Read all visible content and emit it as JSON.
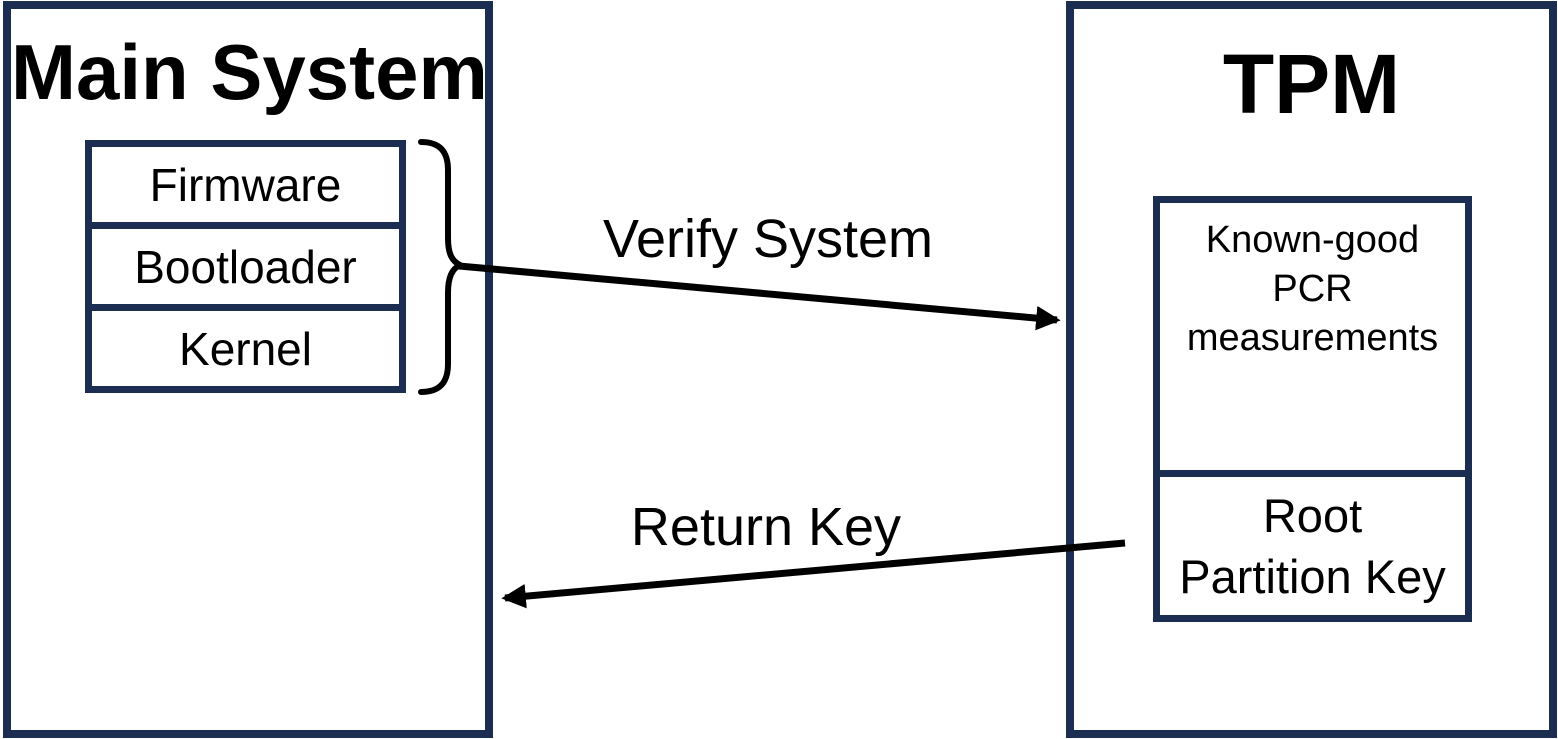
{
  "diagram": {
    "main_system": {
      "title": "Main System",
      "boot_chain": {
        "items": [
          "Firmware",
          "Bootloader",
          "Kernel"
        ]
      }
    },
    "tpm": {
      "title": "TPM",
      "pcr_store": {
        "text": "Known-good PCR measurements",
        "lines": [
          "Known-good",
          "PCR",
          "measurements"
        ]
      },
      "root_key": {
        "text": "Root Partition Key",
        "lines": [
          "Root",
          "Partition Key"
        ]
      }
    },
    "flows": {
      "verify": {
        "label": "Verify System",
        "direction": "right"
      },
      "return_key": {
        "label": "Return Key",
        "direction": "left"
      }
    },
    "colors": {
      "box_border": "#1c2d52",
      "line": "#000000",
      "text": "#000000",
      "background": "#ffffff"
    }
  }
}
